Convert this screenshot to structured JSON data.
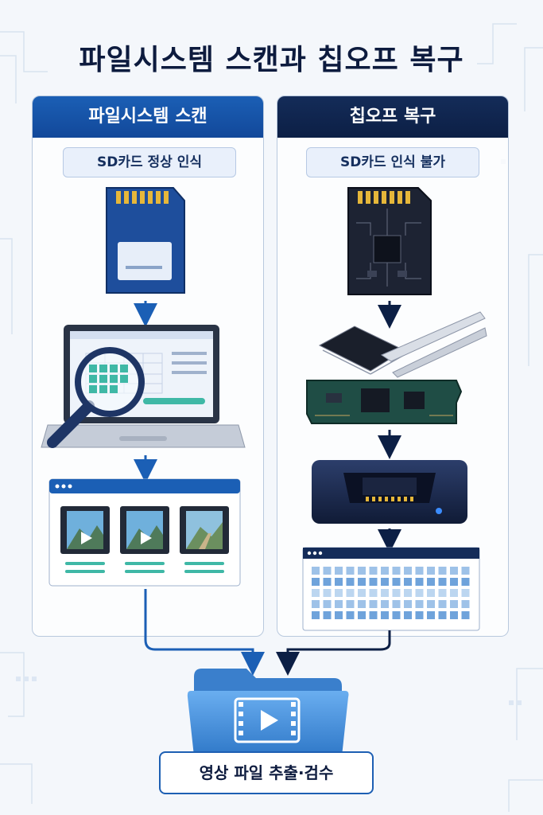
{
  "title": "파일시스템 스캔과 칩오프 복구",
  "left_panel": {
    "header": "파일시스템 스캔",
    "status": "SD카드 정상 인식"
  },
  "right_panel": {
    "header": "칩오프 복구",
    "status": "SD카드 인식 불가"
  },
  "result": {
    "label": "영상 파일 추출·검수"
  },
  "colors": {
    "primary_blue": "#1b5fb5",
    "navy": "#0c1f45",
    "teal": "#3fb8a6",
    "folder_blue": "#4a92d9"
  }
}
